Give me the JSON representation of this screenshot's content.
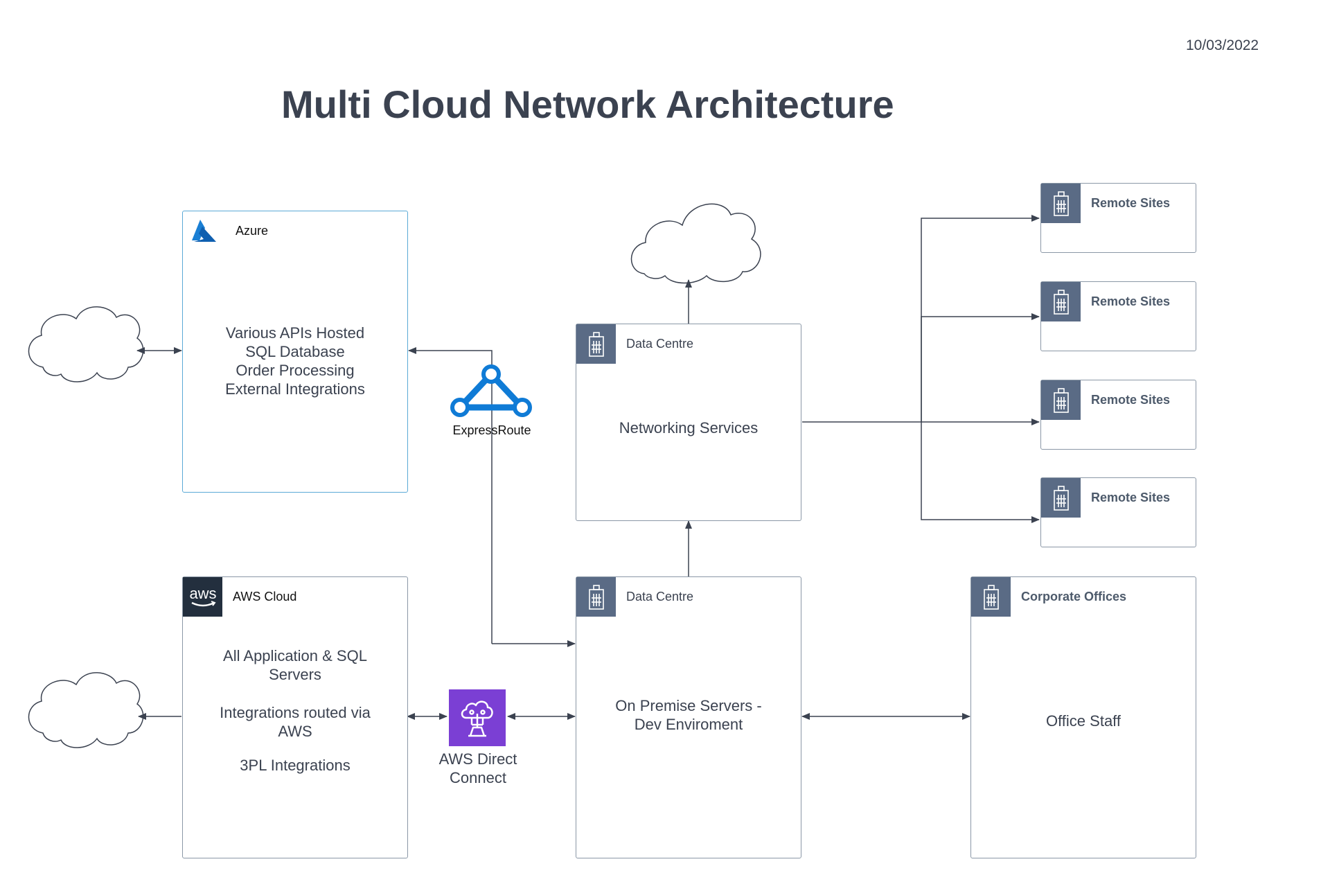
{
  "date": "10/03/2022",
  "title": "Multi Cloud Network Architecture",
  "azure": {
    "header": "Azure",
    "lines": [
      "Various APIs Hosted",
      "SQL Database",
      "Order Processing",
      "External Integrations"
    ]
  },
  "aws": {
    "header": "AWS Cloud",
    "logo_text": "aws",
    "line1": "All Application & SQL",
    "line2": "Servers",
    "line3": "Integrations routed via",
    "line4": "AWS",
    "line5": "3PL Integrations"
  },
  "datacentre_top": {
    "header": "Data Centre",
    "text": "Networking Services"
  },
  "datacentre_bottom": {
    "header": "Data Centre",
    "line1": "On Premise Servers -",
    "line2": "Dev Enviroment"
  },
  "corporate": {
    "header": "Corporate Offices",
    "text": "Office Staff"
  },
  "remote_sites": [
    "Remote Sites",
    "Remote Sites",
    "Remote Sites",
    "Remote Sites"
  ],
  "expressroute": {
    "label": "ExpressRoute"
  },
  "aws_direct_connect": {
    "line1": "AWS Direct",
    "line2": "Connect"
  },
  "colors": {
    "text": "#3b4250",
    "building_badge": "#5a6b85",
    "aws_badge": "#232f3e",
    "azure_border": "#5aa9d6",
    "expressroute": "#0f7bd6",
    "direct_connect": "#7b3fd4"
  },
  "icons": [
    "azure-logo-icon",
    "aws-logo-icon",
    "building-icon",
    "cloud-icon",
    "expressroute-icon",
    "direct-connect-icon"
  ]
}
